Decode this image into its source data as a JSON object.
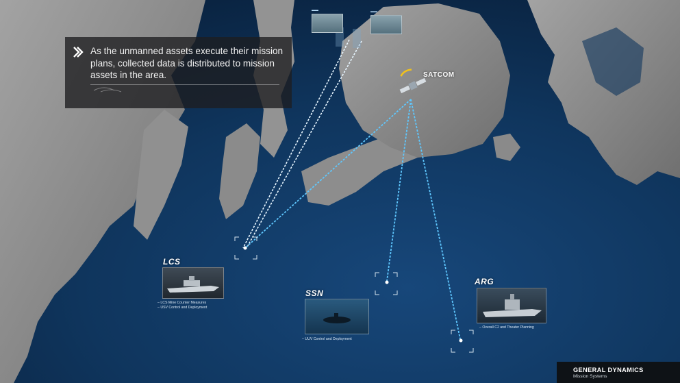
{
  "caption": {
    "text": "As the unmanned assets execute their mission plans, collected data is distributed to mission assets in the area."
  },
  "nodes": {
    "satcom": "SATCOM",
    "lcs": "LCS",
    "ssn": "SSN",
    "arg": "ARG"
  },
  "details": {
    "lcs": [
      "– LCS Mine Counter Measures",
      "– USV Control and Deployment"
    ],
    "ssn": [
      "– UUV Control and Deployment"
    ],
    "arg": [
      "– Overall C2 and Theater Planning"
    ]
  },
  "logo": {
    "name": "GENERAL DYNAMICS",
    "sub": "Mission Systems"
  },
  "colors": {
    "ocean": "#0d2d4c",
    "land": "#8e8e8e",
    "link_blue": "#5fc8ff",
    "link_white": "#e8f6ff",
    "satellite_panel": "#f2c21b"
  },
  "icons": [
    "chevron-right-icon",
    "satellite-icon",
    "ship-icon",
    "submarine-icon",
    "drone-icon",
    "target-bracket-icon"
  ]
}
